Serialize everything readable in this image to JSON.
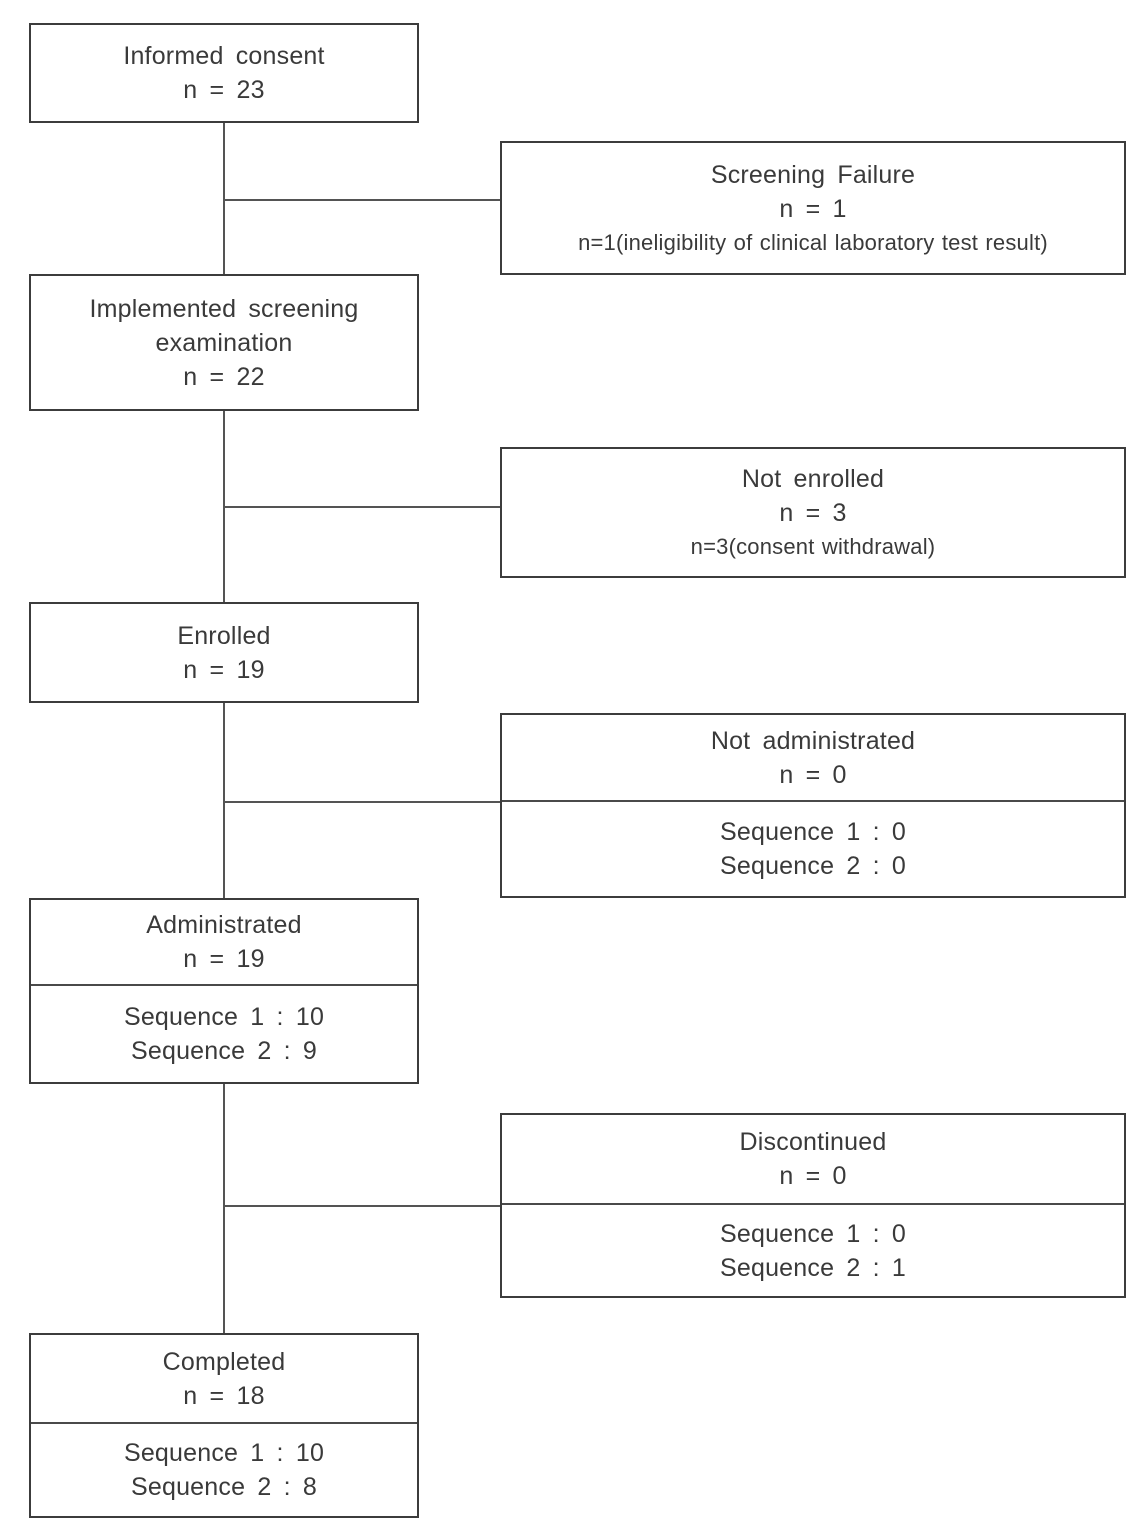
{
  "colors": {
    "background": "#ffffff",
    "box_border": "#3c3c3c",
    "text": "#3a3a3a",
    "connector": "#545454"
  },
  "nodes": {
    "informed_consent": {
      "title": "Informed consent",
      "count": "n = 23"
    },
    "screening_failure": {
      "title": "Screening Failure",
      "count": "n = 1",
      "reason": "n=1(ineligibility of clinical laboratory test result)"
    },
    "implemented_screening": {
      "title_line1": "Implemented screening",
      "title_line2": "examination",
      "count": "n = 22"
    },
    "not_enrolled": {
      "title": "Not enrolled",
      "count": "n = 3",
      "reason": "n=3(consent withdrawal)"
    },
    "enrolled": {
      "title": "Enrolled",
      "count": "n = 19"
    },
    "not_administrated": {
      "title": "Not administrated",
      "count": "n = 0",
      "sequence1": "Sequence 1 : 0",
      "sequence2": "Sequence 2 : 0"
    },
    "administrated": {
      "title": "Administrated",
      "count": "n = 19",
      "sequence1": "Sequence 1 : 10",
      "sequence2": "Sequence 2 : 9"
    },
    "discontinued": {
      "title": "Discontinued",
      "count": "n = 0",
      "sequence1": "Sequence 1 : 0",
      "sequence2": "Sequence 2 : 1"
    },
    "completed": {
      "title": "Completed",
      "count": "n = 18",
      "sequence1": "Sequence 1 : 10",
      "sequence2": "Sequence 2 : 8"
    }
  }
}
